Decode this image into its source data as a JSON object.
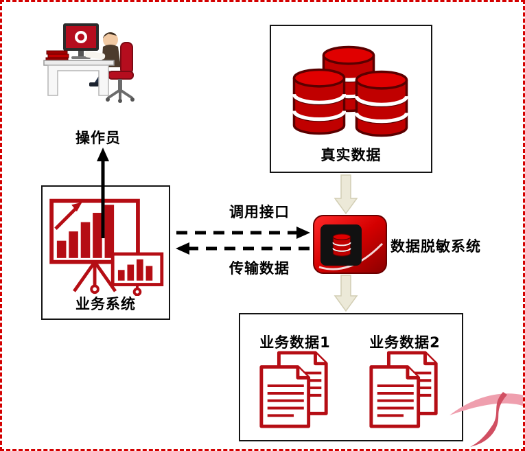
{
  "diagram": {
    "operator": {
      "label": "操作员"
    },
    "real_data": {
      "label": "真实数据"
    },
    "business_system": {
      "label": "业务系统"
    },
    "masking_system": {
      "label": "数据脱敏系统"
    },
    "business_data": {
      "label_1": "业务数据1",
      "label_2": "业务数据2"
    },
    "connections": {
      "call_interface_label": "调用接口",
      "transfer_data_label": "传输数据"
    }
  },
  "icons": {
    "operator": "operator-at-desk-icon",
    "real_data": "database-stack-icon",
    "business_system": "bar-chart-easel-icon",
    "masking_system": "database-server-box-icon",
    "business_data_1": "document-stack-icon",
    "business_data_2": "document-stack-icon"
  },
  "colors": {
    "primary_red": "#b50d14",
    "dark_red": "#5a0000",
    "box_border_black": "#141414",
    "flow_arrow_fill": "#ece9d8",
    "flow_arrow_stroke": "#d2ceb4",
    "dashed_border": "#d40000",
    "logo_pink": "#ef9fae",
    "logo_red": "#d14f62"
  }
}
